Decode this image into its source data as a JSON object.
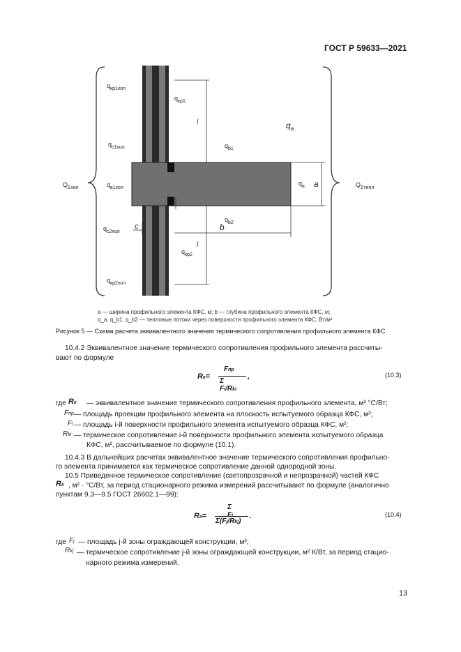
{
  "header": {
    "standard": "ГОСТ Р 59633—2021"
  },
  "figure": {
    "labels": {
      "q_kr1_hol": "q",
      "q_kr1_hol_sub": "кр1хол",
      "q_c1_hol": "q",
      "q_c1_hol_sub": "c1хол",
      "q_v1_hol": "q",
      "q_v1_hol_sub": "в1хол",
      "q_c2_hol": "q",
      "q_c2_hol_sub": "c2хол",
      "q_kr2_hol": "q",
      "q_kr2_hol_sub": "кр2хол",
      "Q_hol": "Q",
      "Q_hol_sub": "Σхол",
      "Q_tepl": "Q",
      "Q_tepl_sub": "Σтепл",
      "q_kr1": "q",
      "q_kr1_sub": "кр1",
      "q_kr2": "q",
      "q_kr2_sub": "кр2",
      "q_a": "q",
      "q_a_sub": "a",
      "q_b1": "q",
      "q_b1_sub": "b1",
      "q_b2": "q",
      "q_b2_sub": "b2",
      "q_v": "q",
      "q_v_sub": "в",
      "dim_a": "a",
      "dim_b": "b",
      "dim_c": "c",
      "dim_l_top": "l",
      "dim_l_bottom": "l"
    },
    "legend_line1": "а — ширина профильного элемента КФС, м; b — глубина профильного элемента КФС, м;",
    "legend_line2": "q_a, q_b1, q_b2 — тепловые потоки через поверхности профильного элемента КФС, Вт/м²",
    "caption": "Рисунок 5 — Схема расчета эквивалентного значения термического сопротивления профильного элемента КФС"
  },
  "body": {
    "p1a": "10.4.2  Эквивалентное значение термического сопротивления профильного элемента рассчиты-",
    "p1b": "вают по формуле",
    "eq1_num": "(10.3)",
    "where1_lead": "где",
    "where1_l1": "— эквивалентное значение термического сопротивления профильного элемента, м² °С/Вт;",
    "where1_l2": "— площадь проекции профильного элемента на плоскость испытуемого образца КФС, м²;",
    "where1_l3": "— площадь i-й поверхности профильного элемента испытуемого образца КФС, м²;",
    "where1_l4": "— термическое сопротивление i-й поверхности профильного элемента испытуемого образца",
    "where1_l5": "КФС, м², рассчитываемое по формуле (10.1).",
    "p2a": "10.4.3  В дальнейших расчетах эквивалентное значение термического сопротивления профильно-",
    "p2b": "го элемента принимается как термическое сопротивление данной однородной зоны.",
    "p3a": "10.5  Приведенное термическое сопротивление (светопрозрачной и непрозрачной) частей КФС",
    "p3b": ", м² · °С/Вт, за период стационарного режима измерений рассчитывают по формуле (аналогично",
    "p3c": "пунктам 9.3—9.5 ГОСТ 26602.1—99):",
    "eq2_num": "(10.4)",
    "where2_lead": "где",
    "where2_l1": "— площадь j-й зоны ограждающей конструкции, м²;",
    "where2_l2": "— термическое сопротивление j-й зоны ограждающей конструкции, м²   К/Вт, за период стацио-",
    "where2_l3": "нарного режима измерений."
  },
  "page_number": "13"
}
